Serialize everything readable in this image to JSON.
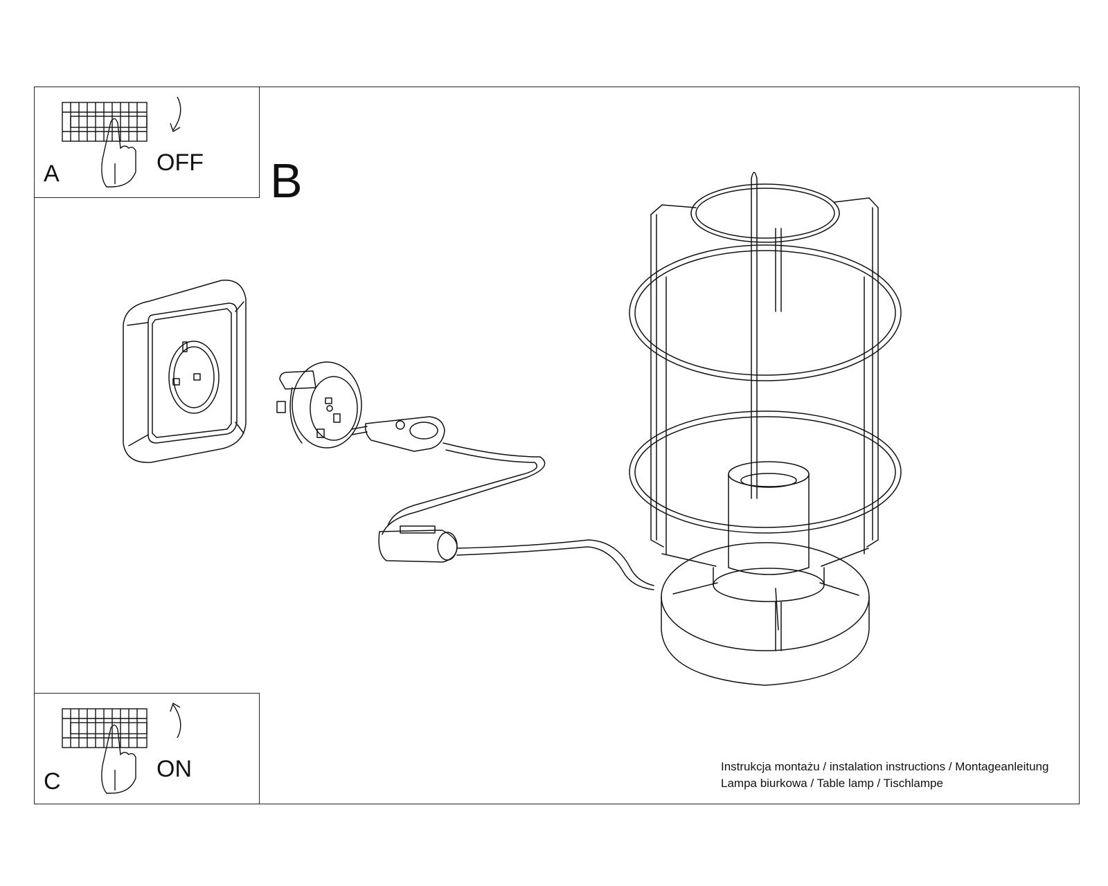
{
  "step_a": {
    "letter": "A",
    "switch_state": "OFF",
    "icon": "breaker-switch-off-icon"
  },
  "step_b": {
    "letter": "B",
    "icons": [
      "wall-socket-icon",
      "plug-adapter-icon",
      "plug-icon",
      "inline-switch-icon",
      "table-lamp-cage-icon"
    ]
  },
  "step_c": {
    "letter": "C",
    "switch_state": "ON",
    "icon": "breaker-switch-on-icon"
  },
  "caption": {
    "line1": "Instrukcja montażu / instalation instructions / Montageanleitung",
    "line2": "Lampa biurkowa / Table lamp / Tischlampe"
  }
}
